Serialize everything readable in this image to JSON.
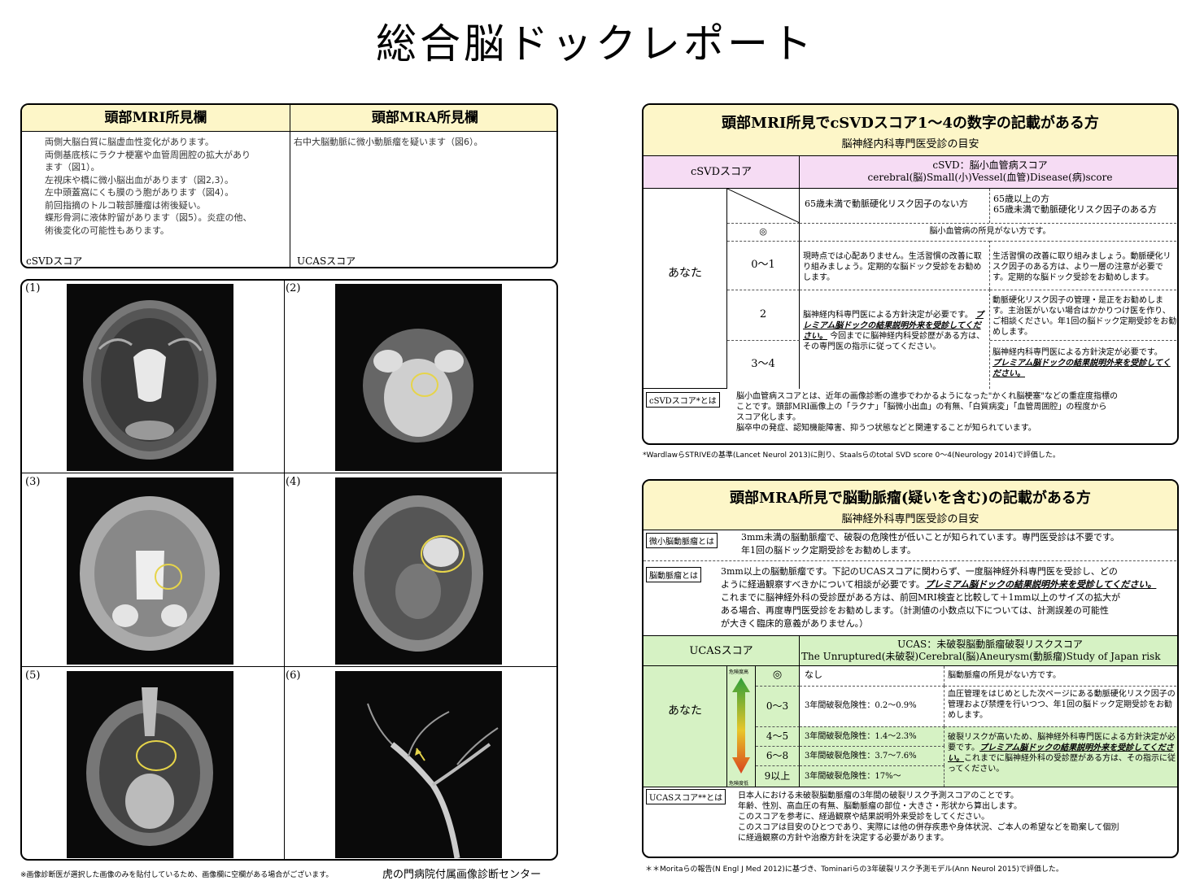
{
  "title": "総合脳ドックレポート",
  "findings": {
    "mri_header": "頭部MRI所見欄",
    "mra_header": "頭部MRA所見欄",
    "mri_lines": [
      "両側大脳白質に脳虚血性変化があります。",
      "両側基底核にラクナ梗塞や血管周囲腔の拡大があり",
      "ます（図1）。",
      "左視床や橋に微小脳出血があります（図2,3）。",
      "左中頭蓋窩にくも膜のう胞があります（図4）。",
      "前回指摘のトルコ鞍部腫瘤は術後疑い。",
      "蝶形骨洞に液体貯留があります（図5）。炎症の他、",
      "術後変化の可能性もあります。"
    ],
    "mra_text": "右中大脳動脈に微小動脈瘤を疑います（図6）。",
    "csvd_label": "cSVDスコア",
    "ucas_label": "UCASスコア"
  },
  "images": {
    "labels": [
      "(1)",
      "(2)",
      "(3)",
      "(4)",
      "(5)",
      "(6)"
    ],
    "footnote": "※画像診断医が選択した画像のみを貼付しているため、画像欄に空欄がある場合がございます。",
    "center": "虎の門病院付属画像診断センター"
  },
  "csvd_box": {
    "title": "頭部MRI所見でcSVDスコア1～4の数字の記載がある方",
    "subtitle": "脳神経内科専門医受診の目安",
    "score_label": "cSVDスコア",
    "def_title": "cSVD：脳小血管病スコア",
    "def_sub": "cerebral(脳)Small(小)Vessel(血管)Disease(病)score",
    "col1": "65歳未満で動脈硬化リスク因子のない方",
    "col2_a": "65歳以上の方",
    "col2_b": "65歳未満で動脈硬化リスク因子のある方",
    "you": "あなた",
    "rows": {
      "r0_label": "◎",
      "r0_text": "脳小血管病の所見がない方です。",
      "r1_label": "0～1",
      "r1_c1": "現時点では心配ありません。生活習慣の改善に取り組みましょう。定期的な脳ドック受診をお勧めします。",
      "r1_c2": "生活習慣の改善に取り組みましょう。動脈硬化リスク因子のある方は、より一層の注意が必要です。定期的な脳ドック受診をお勧めします。",
      "r2_label": "2",
      "r2_c2": "動脈硬化リスク因子の管理・是正をお勧めします。主治医がいない場合はかかりつけ医を作り、ご相談ください。年1回の脳ドック定期受診をお勧めします。",
      "r34_label": "3～4",
      "mid_a": "脳神経内科専門医による方針決定が必要です。",
      "mid_b": "プレミアム脳ドックの結果説明外来を受診してください。",
      "mid_c": "今回までに脳神経内科受診歴がある方は、その専門医の指示に従ってください。",
      "r34_c2a": "脳神経内科専門医による方針決定が必要です。",
      "r34_c2b": "プレミアム脳ドックの結果説明外来を受診してください。"
    },
    "what_label": "cSVDスコア*とは",
    "what_text": [
      "脳小血管病スコアとは、近年の画像診断の進歩でわかるようになった\"かくれ脳梗塞\"などの重症度指標の",
      "ことです。頭部MRI画像上の「ラクナ」「脳微小出血」の有無、「白質病変」「血管周囲腔」の程度から",
      "スコア化します。",
      "脳卒中の発症、認知機能障害、抑うつ状態などと関連することが知られています。"
    ],
    "footnote": "*WardlawらSTRIVEの基準(Lancet Neurol 2013)に則り、Staalsらのtotal SVD score 0～4(Neurology 2014)で評価した。"
  },
  "ucas_box": {
    "title": "頭部MRA所見で脳動脈瘤(疑いを含む)の記載がある方",
    "subtitle": "脳神経外科専門医受診の目安",
    "micro_label": "微小脳動脈瘤とは",
    "micro_text": [
      "3mm未満の脳動脈瘤で、破裂の危険性が低いことが知られています。専門医受診は不要です。",
      "年1回の脳ドック定期受診をお勧めします。"
    ],
    "aneurysm_label": "脳動脈瘤とは",
    "aneurysm_text": [
      "3mm以上の脳動脈瘤です。下記のUCASスコアに関わらず、一度脳神経外科専門医を受診し、どの",
      "ように経過観察すべきかについて相談が必要です。",
      "プレミアム脳ドックの結果説明外来を受診してください。",
      "これまでに脳神経外科の受診歴がある方は、前回MRI検査と比較して＋1mm以上のサイズの拡大が",
      "ある場合、再度専門医受診をお勧めします。（計測値の小数点以下については、計測誤差の可能性",
      "が大きく臨床的意義がありません。）"
    ],
    "score_label": "UCASスコア",
    "def_title": "UCAS：未破裂脳動脈瘤破裂リスクスコア",
    "def_sub": "The Unruptured(未破裂)Cerebral(脳)Aneurysm(動脈瘤)Study of Japan risk score",
    "you": "あなた",
    "risk_high": "危険度高",
    "risk_low": "危険度低",
    "rows": [
      {
        "label": "◎",
        "risk": "なし",
        "text": "脳動脈瘤の所見がない方です。"
      },
      {
        "label": "0～3",
        "risk": "3年間破裂危険性：0.2～0.9%",
        "text": "血圧管理をはじめとした次ページにある動脈硬化リスク因子の管理および禁煙を行いつつ、年1回の脳ドック定期受診をお勧めします。"
      },
      {
        "label": "4～5",
        "risk": "3年間破裂危険性：1.4～2.3%"
      },
      {
        "label": "6～8",
        "risk": "3年間破裂危険性：3.7～7.6%"
      },
      {
        "label": "9以上",
        "risk": "3年間破裂危険性：17%～"
      }
    ],
    "high_text_a": "破裂リスクが高いため、脳神経外科専門医による方針決定が必要です。",
    "high_text_b": "プレミアム脳ドックの結果説明外来を受診してください。",
    "high_text_c": "これまでに脳神経外科の受診歴がある方は、その指示に従ってください。",
    "what_label": "UCASスコア**とは",
    "what_text": [
      "日本人における未破裂脳動脈瘤の3年間の破裂リスク予測スコアのことです。",
      "年齢、性別、高血圧の有無、脳動脈瘤の部位・大きさ・形状から算出します。",
      "このスコアを参考に、経過観察や結果説明外来受診をしてください。",
      "このスコアは目安のひとつであり、実際には他の併存疾患や身体状況、ご本人の希望などを勘案して個別",
      "に経過観察の方針や治療方針を決定する必要があります。"
    ],
    "footnote": "＊＊Moritaらの報告(N Engl J Med 2012)に基づき、Tominariらの3年破裂リスク予測モデル(Ann Neurol 2015)で評価した。"
  }
}
